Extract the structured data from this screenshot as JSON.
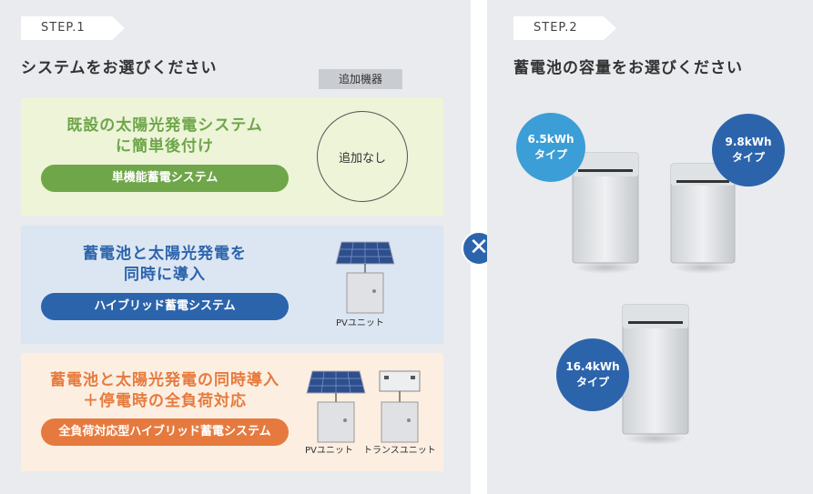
{
  "step1": {
    "tag": "STEP.1",
    "title": "システムをお選びください",
    "extra_label": "追加機器",
    "options": [
      {
        "heading_line1": "既設の太陽光発電システム",
        "heading_line2": "に簡単後付け",
        "button": "単機能蓄電システム",
        "extra": "追加なし"
      },
      {
        "heading_line1": "蓄電池と太陽光発電を",
        "heading_line2": "同時に導入",
        "button": "ハイブリッド蓄電システム",
        "device_caption": "PVユニット"
      },
      {
        "heading_line1": "蓄電池と太陽光発電の同時導入",
        "heading_line2": "＋停電時の全負荷対応",
        "button": "全負荷対応型ハイブリッド蓄電システム",
        "device_caption_1": "PVユニット",
        "device_caption_2": "トランスユニット"
      }
    ]
  },
  "step2": {
    "tag": "STEP.2",
    "title": "蓄電池の容量をお選びください",
    "capacities": [
      {
        "value": "6.5kWh",
        "label": "タイプ"
      },
      {
        "value": "9.8kWh",
        "label": "タイプ"
      },
      {
        "value": "16.4kWh",
        "label": "タイプ"
      }
    ]
  },
  "icons": {
    "combine": "cross-icon",
    "pv_panel": "solar-panel-icon",
    "unit": "power-unit-icon",
    "battery": "battery-unit-icon"
  },
  "colors": {
    "green": "#6fa64a",
    "blue": "#2c64ac",
    "light_blue": "#3c9ed6",
    "orange": "#e67a3e",
    "panel_bg": "#e9ebee"
  }
}
